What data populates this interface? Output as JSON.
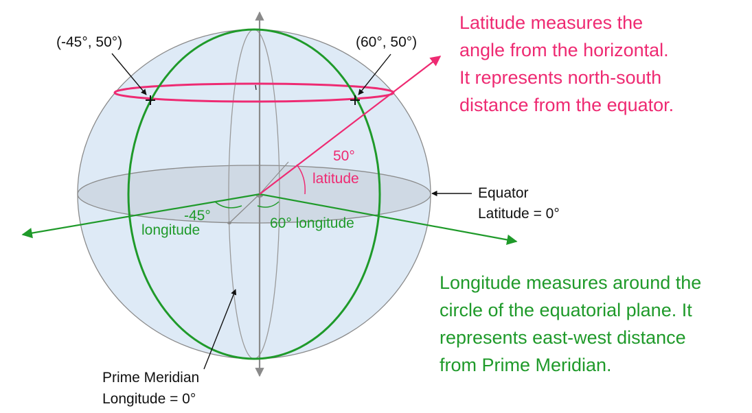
{
  "colors": {
    "latitude": "#ee2a72",
    "longitude": "#1f9a2a",
    "sphere_fill": "#deeaf6",
    "equator_plane": "#c9d3de",
    "outline": "#8a8a8a",
    "annotation": "#111111"
  },
  "points": {
    "west": "(-45°, 50°)",
    "east": "(60°, 50°)"
  },
  "latitude_angle": {
    "value": "50°",
    "word": "latitude"
  },
  "longitude_angles": {
    "west_value": "-45°",
    "west_word": "longitude",
    "east_label": "60° longitude"
  },
  "equator": {
    "name": "Equator",
    "value": "Latitude = 0°"
  },
  "prime_meridian": {
    "name": "Prime Meridian",
    "value": "Longitude = 0°"
  },
  "latitude_note": [
    "Latitude measures the",
    "angle from the horizontal.",
    "It represents north-south",
    "distance from the equator."
  ],
  "longitude_note": [
    "Longitude measures around the",
    "circle of the equatorial plane.  It",
    "represents east-west distance",
    "from Prime Meridian."
  ]
}
